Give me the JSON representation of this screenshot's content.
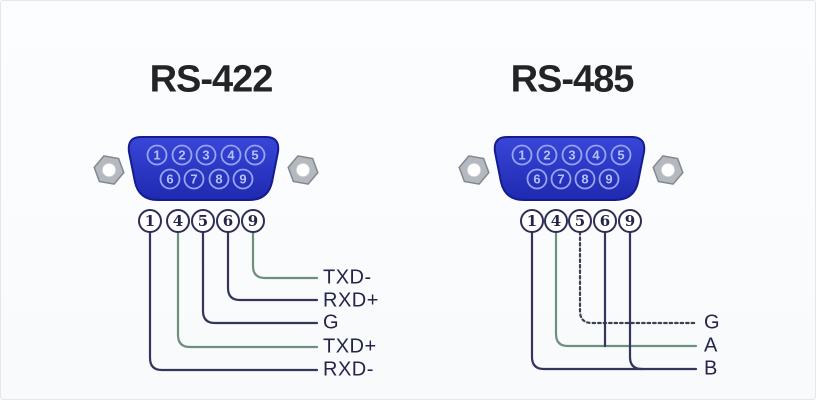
{
  "diagrams": [
    {
      "title": "RS-422",
      "connector_pins_top": [
        "1",
        "2",
        "3",
        "4",
        "5"
      ],
      "connector_pins_bottom": [
        "6",
        "7",
        "8",
        "9"
      ],
      "breakout_pins": [
        "1",
        "4",
        "5",
        "6",
        "9"
      ],
      "signals": [
        {
          "pin": "9",
          "label": "TXD-",
          "line": "solid-green"
        },
        {
          "pin": "6",
          "label": "RXD+",
          "line": "solid-navy"
        },
        {
          "pin": "5",
          "label": "G",
          "line": "solid-navy"
        },
        {
          "pin": "4",
          "label": "TXD+",
          "line": "solid-green"
        },
        {
          "pin": "1",
          "label": "RXD-",
          "line": "solid-navy"
        }
      ]
    },
    {
      "title": "RS-485",
      "connector_pins_top": [
        "1",
        "2",
        "3",
        "4",
        "5"
      ],
      "connector_pins_bottom": [
        "6",
        "7",
        "8",
        "9"
      ],
      "breakout_pins": [
        "1",
        "4",
        "5",
        "6",
        "9"
      ],
      "signals": [
        {
          "pins": "5",
          "label": "G",
          "line": "dashed-dark"
        },
        {
          "pins": "4,6",
          "label": "A",
          "line": "solid-green"
        },
        {
          "pins": "1,9",
          "label": "B",
          "line": "solid-navy"
        }
      ]
    }
  ],
  "colors": {
    "connector_blue": "#2634cc",
    "wire_navy": "#32355c",
    "wire_green": "#6e8f7e",
    "wire_dashed": "#3c4054",
    "label_ink": "#23264a"
  }
}
